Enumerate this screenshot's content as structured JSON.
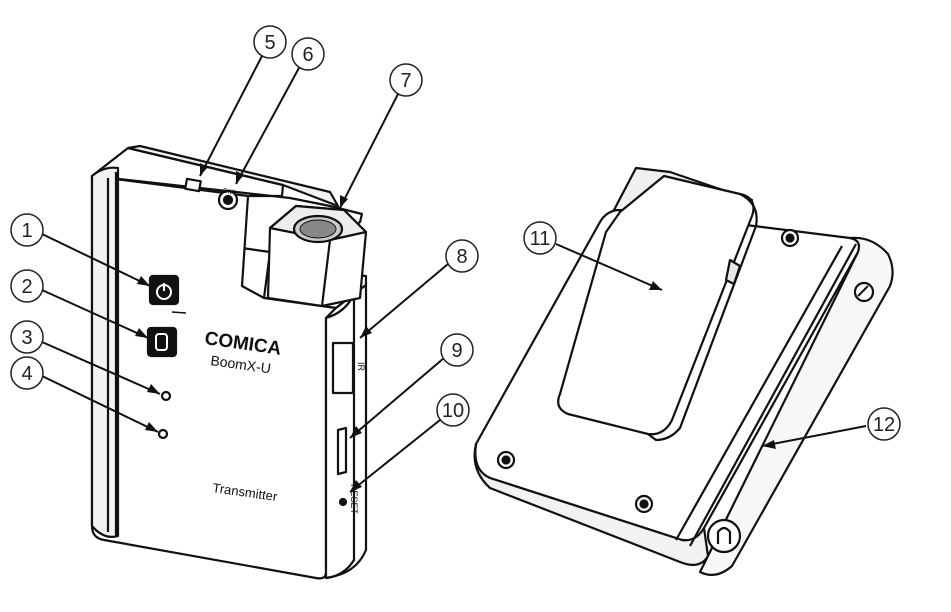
{
  "device": {
    "brand": "COMICA",
    "model": "BoomX-U",
    "label": "Transmitter",
    "port_label_mic": "MIC",
    "port_label_ir": "IR",
    "port_label_reset": "RESET"
  },
  "callouts": [
    "1",
    "2",
    "3",
    "4",
    "5",
    "6",
    "7",
    "8",
    "9",
    "10",
    "11",
    "12"
  ],
  "colors": {
    "line": "#111111",
    "fill": "#ffffff",
    "shade": "#e6e6e6"
  }
}
